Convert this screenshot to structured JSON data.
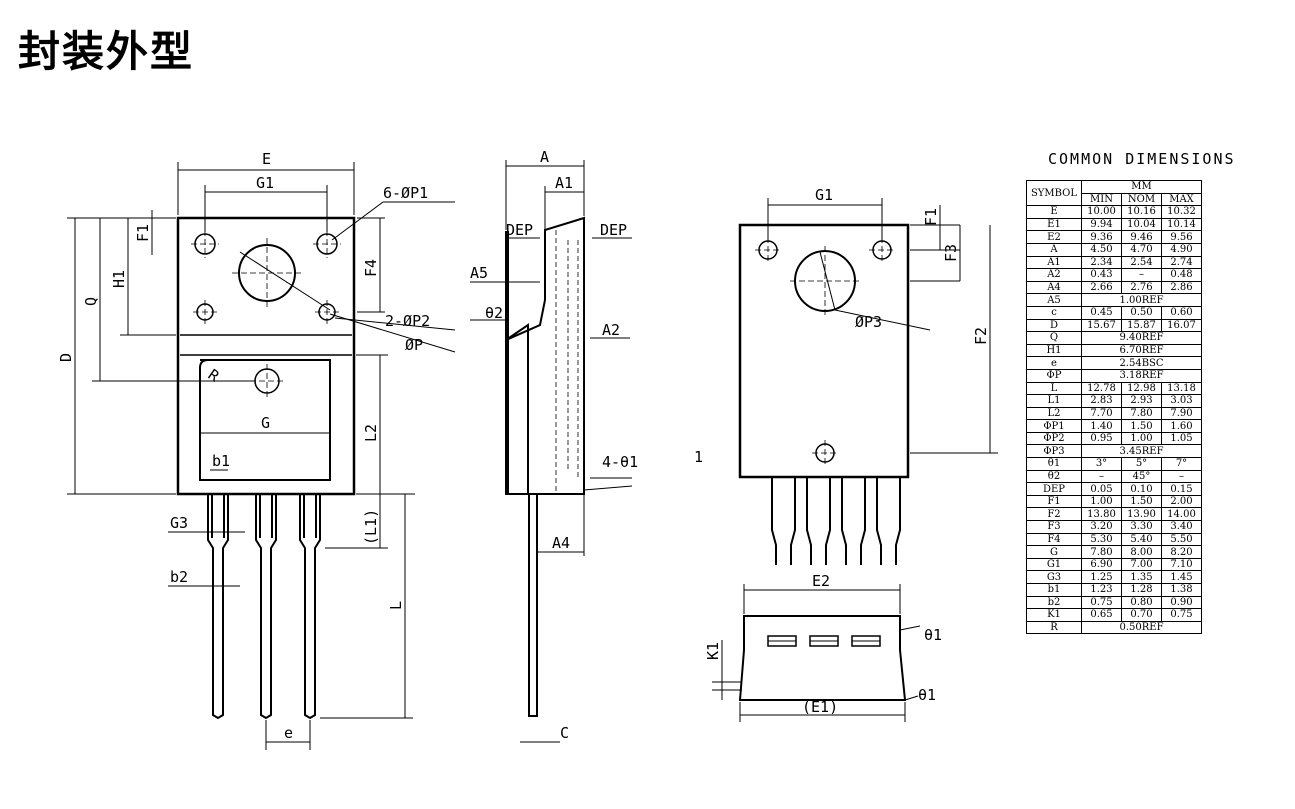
{
  "page_title": "封装外型",
  "table": {
    "title": "COMMON DIMENSIONS",
    "symbol_header": "SYMBOL",
    "unit_header": "MM",
    "col_headers": [
      "MIN",
      "NOM",
      "MAX"
    ],
    "rows": [
      {
        "symbol": "E",
        "min": "10.00",
        "nom": "10.16",
        "max": "10.32"
      },
      {
        "symbol": "E1",
        "min": "9.94",
        "nom": "10.04",
        "max": "10.14"
      },
      {
        "symbol": "E2",
        "min": "9.36",
        "nom": "9.46",
        "max": "9.56"
      },
      {
        "symbol": "A",
        "min": "4.50",
        "nom": "4.70",
        "max": "4.90"
      },
      {
        "symbol": "A1",
        "min": "2.34",
        "nom": "2.54",
        "max": "2.74"
      },
      {
        "symbol": "A2",
        "min": "0.43",
        "nom": "–",
        "max": "0.48"
      },
      {
        "symbol": "A4",
        "min": "2.66",
        "nom": "2.76",
        "max": "2.86"
      },
      {
        "symbol": "A5",
        "ref": "1.00REF"
      },
      {
        "symbol": "c",
        "min": "0.45",
        "nom": "0.50",
        "max": "0.60"
      },
      {
        "symbol": "D",
        "min": "15.67",
        "nom": "15.87",
        "max": "16.07"
      },
      {
        "symbol": "Q",
        "ref": "9.40REF"
      },
      {
        "symbol": "H1",
        "ref": "6.70REF"
      },
      {
        "symbol": "e",
        "ref": "2.54BSC"
      },
      {
        "symbol": "ΦP",
        "ref": "3.18REF"
      },
      {
        "symbol": "L",
        "min": "12.78",
        "nom": "12.98",
        "max": "13.18"
      },
      {
        "symbol": "L1",
        "min": "2.83",
        "nom": "2.93",
        "max": "3.03"
      },
      {
        "symbol": "L2",
        "min": "7.70",
        "nom": "7.80",
        "max": "7.90"
      },
      {
        "symbol": "ΦP1",
        "min": "1.40",
        "nom": "1.50",
        "max": "1.60"
      },
      {
        "symbol": "ΦP2",
        "min": "0.95",
        "nom": "1.00",
        "max": "1.05"
      },
      {
        "symbol": "ΦP3",
        "ref": "3.45REF"
      },
      {
        "symbol": "θ1",
        "min": "3°",
        "nom": "5°",
        "max": "7°"
      },
      {
        "symbol": "θ2",
        "min": "–",
        "nom": "45°",
        "max": "–"
      },
      {
        "symbol": "DEP",
        "min": "0.05",
        "nom": "0.10",
        "max": "0.15"
      },
      {
        "symbol": "F1",
        "min": "1.00",
        "nom": "1.50",
        "max": "2.00"
      },
      {
        "symbol": "F2",
        "min": "13.80",
        "nom": "13.90",
        "max": "14.00"
      },
      {
        "symbol": "F3",
        "min": "3.20",
        "nom": "3.30",
        "max": "3.40"
      },
      {
        "symbol": "F4",
        "min": "5.30",
        "nom": "5.40",
        "max": "5.50"
      },
      {
        "symbol": "G",
        "min": "7.80",
        "nom": "8.00",
        "max": "8.20"
      },
      {
        "symbol": "G1",
        "min": "6.90",
        "nom": "7.00",
        "max": "7.10"
      },
      {
        "symbol": "G3",
        "min": "1.25",
        "nom": "1.35",
        "max": "1.45"
      },
      {
        "symbol": "b1",
        "min": "1.23",
        "nom": "1.28",
        "max": "1.38"
      },
      {
        "symbol": "b2",
        "min": "0.75",
        "nom": "0.80",
        "max": "0.90"
      },
      {
        "symbol": "K1",
        "min": "0.65",
        "nom": "0.70",
        "max": "0.75"
      },
      {
        "symbol": "R",
        "ref": "0.50REF"
      }
    ]
  },
  "labels": {
    "E": "E",
    "G1": "G1",
    "P1": "6-ØP1",
    "F1": "F1",
    "F4": "F4",
    "H1": "H1",
    "Q": "Q",
    "D": "D",
    "P2": "2-ØP2",
    "P": "ØP",
    "R": "R",
    "G": "G",
    "L2": "L2",
    "b1": "b1",
    "G3": "G3",
    "L1": "(L1)",
    "b2": "b2",
    "L": "L",
    "e": "e",
    "A": "A",
    "A1": "A1",
    "DEP_left": "DEP",
    "DEP_right": "DEP",
    "A5": "A5",
    "theta2": "θ2",
    "A2": "A2",
    "theta1_side": "4-θ1",
    "A4": "A4",
    "C": "C",
    "G1_back": "G1",
    "F1_back": "F1",
    "F3": "F3",
    "P3": "ØP3",
    "F2": "F2",
    "pin1": "1",
    "E2": "E2",
    "K1": "K1",
    "E1": "(E1)",
    "theta1_a": "θ1",
    "theta1_b": "θ1"
  }
}
